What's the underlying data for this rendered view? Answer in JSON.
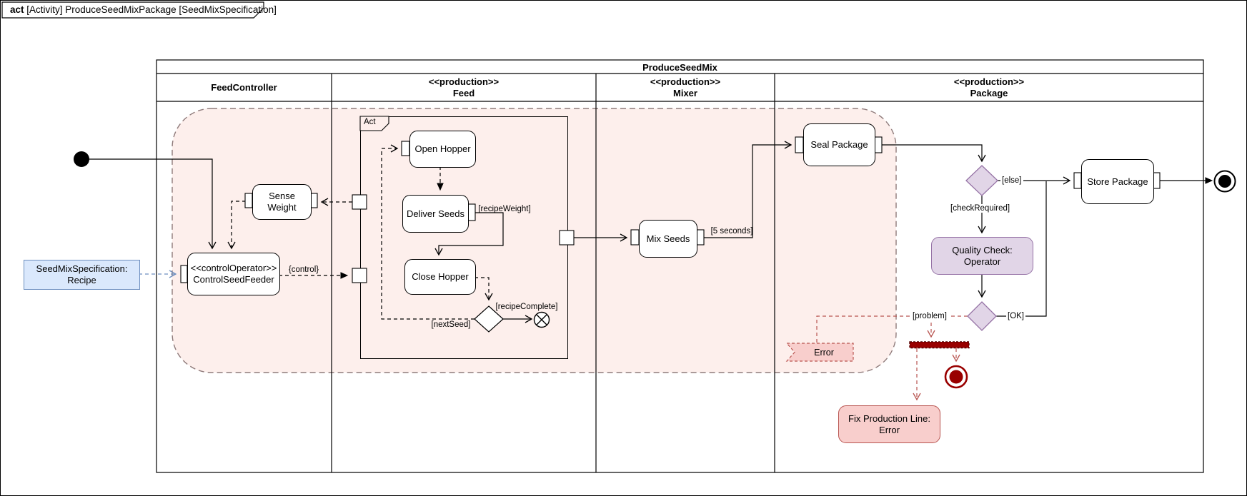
{
  "frame": {
    "tab_keyword": "act",
    "tab_rest": " [Activity] ProduceSeedMixPackage [SeedMixSpecification]"
  },
  "partition": {
    "title": "ProduceSeedMix",
    "lanes": [
      {
        "stereotype": "",
        "name": "FeedController"
      },
      {
        "stereotype": "<<production>>",
        "name": "Feed"
      },
      {
        "stereotype": "<<production>>",
        "name": "Mixer"
      },
      {
        "stereotype": "<<production>>",
        "name": "Package"
      }
    ]
  },
  "nodes": {
    "seed_mix_spec": {
      "line1": "SeedMixSpecification:",
      "line2": "Recipe"
    },
    "control_seed_feeder": {
      "stereotype": "<<controlOperator>>",
      "name": "ControlSeedFeeder"
    },
    "sense_weight": {
      "line1": "Sense",
      "line2": "Weight"
    },
    "act_region": {
      "label": "Act"
    },
    "open_hopper": {
      "label": "Open Hopper"
    },
    "deliver_seeds": {
      "label": "Deliver Seeds"
    },
    "close_hopper": {
      "label": "Close Hopper"
    },
    "mix_seeds": {
      "label": "Mix Seeds"
    },
    "seal_package": {
      "label": "Seal Package"
    },
    "store_package": {
      "label": "Store Package"
    },
    "quality_check": {
      "line1": "Quality Check:",
      "line2": "Operator"
    },
    "error_signal": {
      "label": "Error"
    },
    "fix_production_line": {
      "line1": "Fix Production Line:",
      "line2": "Error"
    }
  },
  "edge_labels": {
    "control": "{control}",
    "recipe_weight": "[recipeWeight]",
    "next_seed": "[nextSeed]",
    "recipe_complete": "[recipeComplete]",
    "five_seconds": "[5 seconds]",
    "else_guard": "[else]",
    "check_required": "[checkRequired]",
    "ok_guard": "[OK]",
    "problem_guard": "[problem]"
  },
  "colors": {
    "lavender_fill": "#e1d5e7",
    "purple_border": "#9673a6",
    "blue_fill": "#dae8fc",
    "blue_border": "#6c8ebf",
    "red_fill": "#f8cecc",
    "red_border": "#b85450",
    "dark_red": "#990000",
    "region_fill": "#fdefec",
    "region_border": "#8f7b7b"
  }
}
